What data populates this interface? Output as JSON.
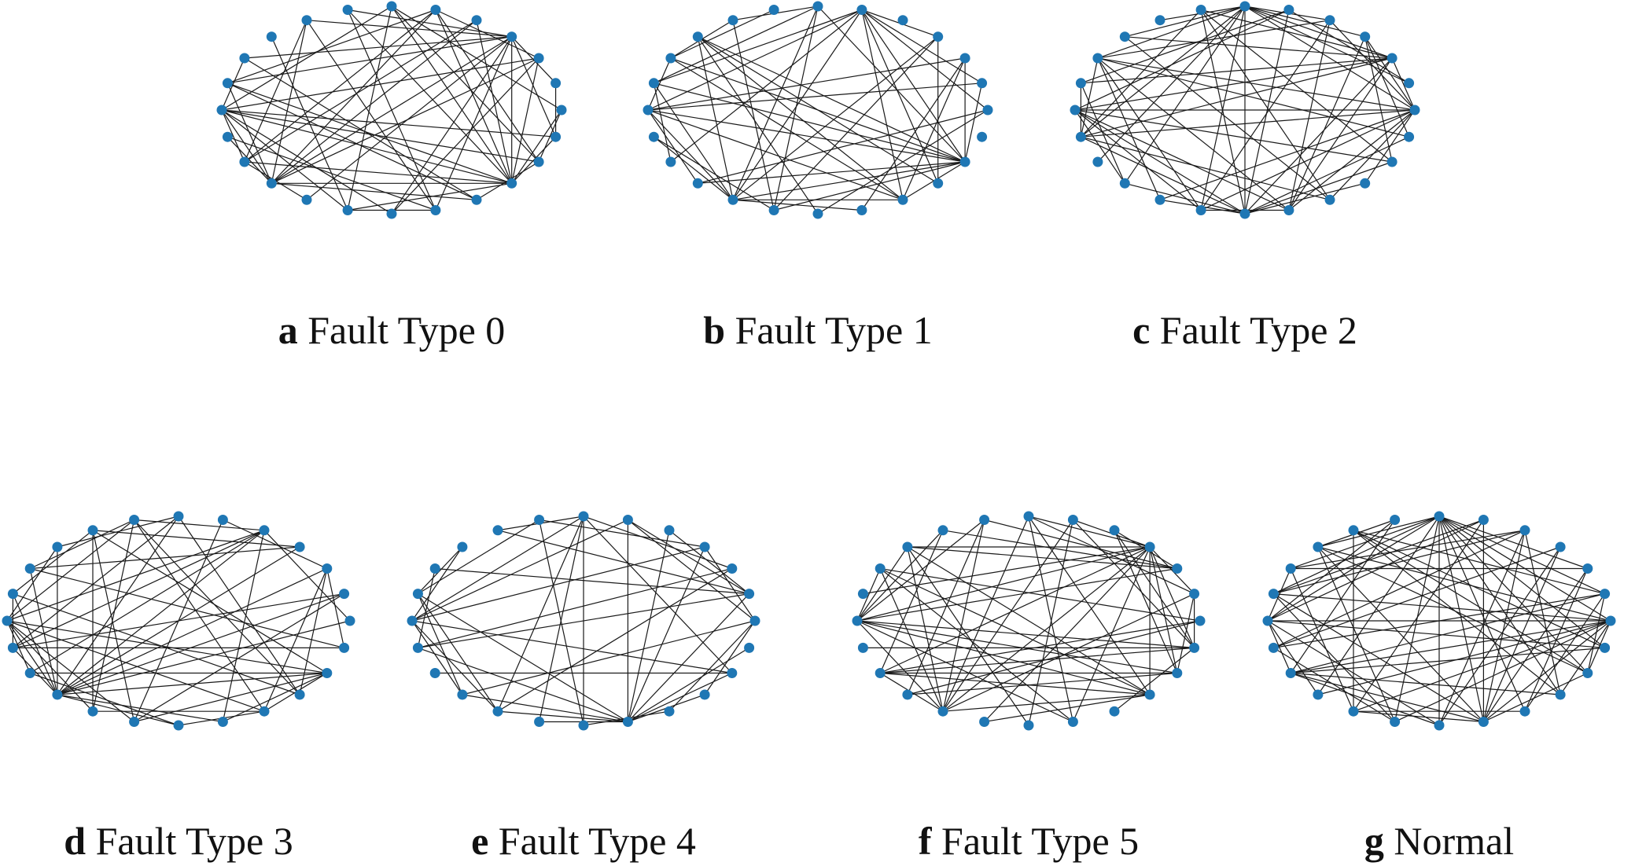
{
  "figure": {
    "node_color": "#1f77b4",
    "edge_color": "#1a1a1a",
    "panels": [
      {
        "letter": "a",
        "label": "Fault Type 0"
      },
      {
        "letter": "b",
        "label": "Fault Type 1"
      },
      {
        "letter": "c",
        "label": "Fault Type 2"
      },
      {
        "letter": "d",
        "label": "Fault Type 3"
      },
      {
        "letter": "e",
        "label": "Fault Type 4"
      },
      {
        "letter": "f",
        "label": "Fault Type 5"
      },
      {
        "letter": "g",
        "label": "Normal"
      }
    ]
  }
}
